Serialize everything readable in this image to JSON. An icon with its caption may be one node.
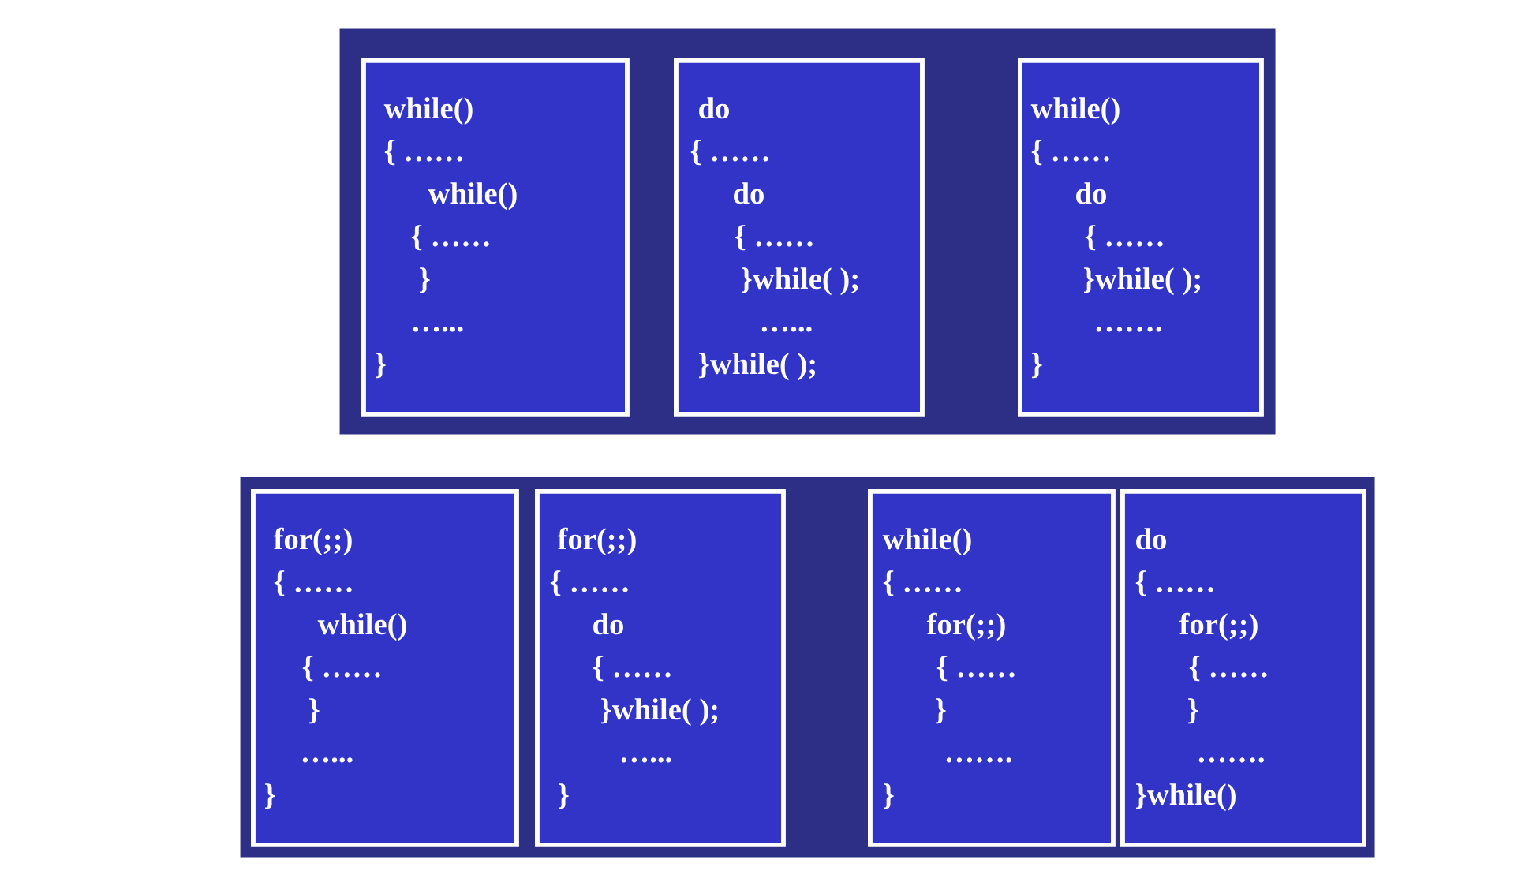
{
  "diagram": {
    "nodes": [
      {
        "text": [],
        "shape": "box"
      },
      {
        "text": [],
        "shape": "box"
      },
      {
        "text": [
          "while()",
          "{ ……",
          "while()",
          "{ ……",
          "}",
          "…...",
          "}"
        ],
        "in": 0
      },
      {
        "text": [
          "do",
          "{ ……",
          "do",
          "{ ……",
          "}while( );",
          "…...",
          "}while( );"
        ],
        "in": 0
      },
      {
        "text": [
          "while()",
          "{ ……",
          "do",
          "{ ……",
          "}while( );",
          "…….",
          "}"
        ],
        "in": 0
      },
      {
        "text": [
          "for(;;)",
          "{ ……",
          "while()",
          "{ ……",
          "}",
          "…...",
          "}"
        ],
        "in": 1
      },
      {
        "text": [
          "for(;;)",
          "{ ……",
          "do",
          "{ ……",
          "}while( );",
          "…...",
          "}"
        ],
        "in": 1
      },
      {
        "text": [
          "while()",
          "{ ……",
          "for(;;)",
          "{ ……",
          "}",
          "…….",
          "}"
        ],
        "in": 1
      },
      {
        "text": [
          "do",
          "{ ……",
          "for(;;)",
          "{ ……",
          "}",
          "…….",
          "}while()"
        ],
        "in": 1
      }
    ]
  }
}
